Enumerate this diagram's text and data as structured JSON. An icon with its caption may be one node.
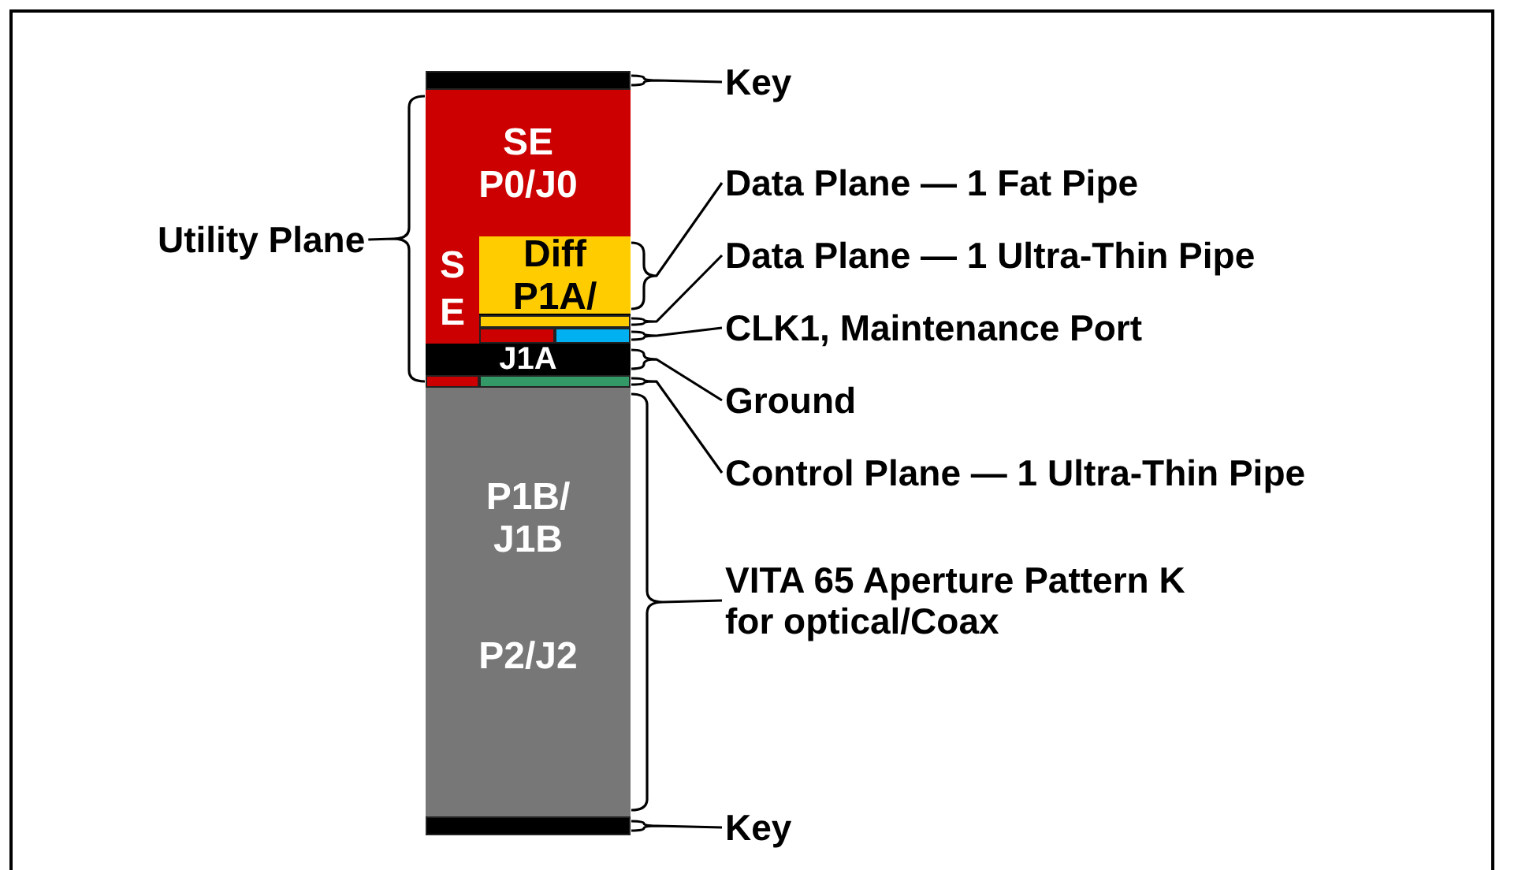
{
  "diagram": {
    "nodes": [
      {
        "text": [],
        "shape": "bar"
      },
      {
        "text": [
          "SE P0/J0"
        ]
      },
      {
        "text": [
          "S E"
        ]
      },
      {
        "text": [
          "Diff P1A/"
        ]
      },
      {
        "text": [],
        "shape": "bar"
      },
      {
        "text": [],
        "shape": "bar"
      },
      {
        "text": [],
        "shape": "bar"
      },
      {
        "text": [
          "J1A"
        ]
      },
      {
        "text": [],
        "shape": "bar"
      },
      {
        "text": [],
        "shape": "bar"
      },
      {
        "text": [
          "P1B/ J1B",
          "P2/J2"
        ]
      },
      {
        "text": [],
        "shape": "bar"
      },
      {
        "text": [
          "Key"
        ]
      },
      {
        "text": [
          "Utility Plane"
        ]
      },
      {
        "text": [
          "Data Plane — 1 Fat Pipe"
        ]
      },
      {
        "text": [
          "Data Plane — 1 Ultra-Thin Pipe"
        ]
      },
      {
        "text": [
          "CLK1, Maintenance Port"
        ]
      },
      {
        "text": [
          "Ground"
        ]
      },
      {
        "text": [
          "Control Plane — 1 Ultra-Thin Pipe"
        ]
      },
      {
        "text": [
          "VITA 65 Aperture Pattern K for optical/Coax"
        ]
      },
      {
        "text": [
          "Key"
        ]
      }
    ],
    "edges": [
      {
        "from": 12,
        "to": 0,
        "arrow": "none"
      },
      {
        "from": 13,
        "to": 1,
        "arrow": "none"
      },
      {
        "from": 13,
        "to": 8,
        "arrow": "none"
      },
      {
        "from": 14,
        "to": 3,
        "arrow": "none"
      },
      {
        "from": 15,
        "to": 4,
        "arrow": "none"
      },
      {
        "from": 16,
        "to": 6,
        "arrow": "none"
      },
      {
        "from": 17,
        "to": 7,
        "arrow": "none"
      },
      {
        "from": 18,
        "to": 9,
        "arrow": "none"
      },
      {
        "from": 19,
        "to": 10,
        "arrow": "none"
      },
      {
        "from": 20,
        "to": 11,
        "arrow": "none"
      }
    ]
  }
}
